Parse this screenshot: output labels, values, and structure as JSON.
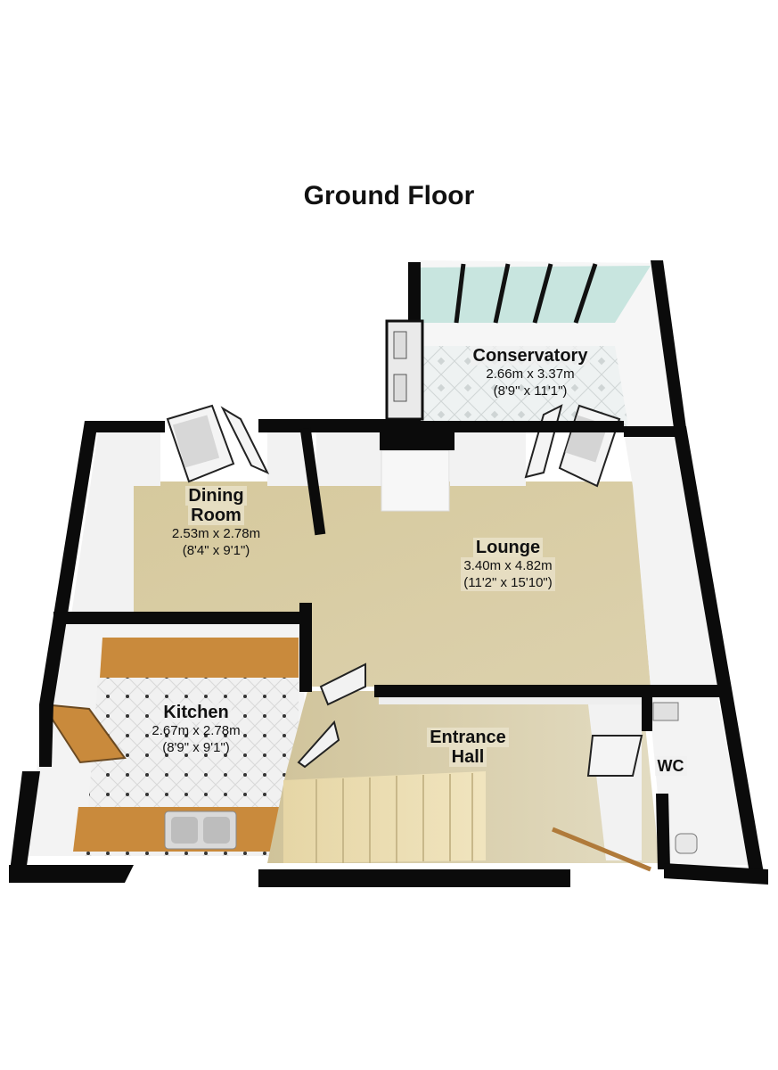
{
  "title": "Ground Floor",
  "rooms": {
    "conservatory": {
      "name": "Conservatory",
      "metric": "2.66m x 3.37m",
      "imperial": "(8'9\" x 11'1\")"
    },
    "dining": {
      "name_line1": "Dining",
      "name_line2": "Room",
      "metric": "2.53m x 2.78m",
      "imperial": "(8'4\" x 9'1\")"
    },
    "lounge": {
      "name": "Lounge",
      "metric": "3.40m x 4.82m",
      "imperial": "(11'2\" x 15'10\")"
    },
    "kitchen": {
      "name": "Kitchen",
      "metric": "2.67m x 2.78m",
      "imperial": "(8'9\" x 9'1\")"
    },
    "hall": {
      "name_line1": "Entrance",
      "name_line2": "Hall"
    },
    "wc": {
      "name": "WC"
    }
  },
  "colors": {
    "wall": "#0b0b0b",
    "carpet": "#d9cda4",
    "tile": "#eef0f0",
    "worktop": "#c98a3c",
    "glass": "#b9ddd6",
    "wall_face": "#f4f4f4"
  }
}
